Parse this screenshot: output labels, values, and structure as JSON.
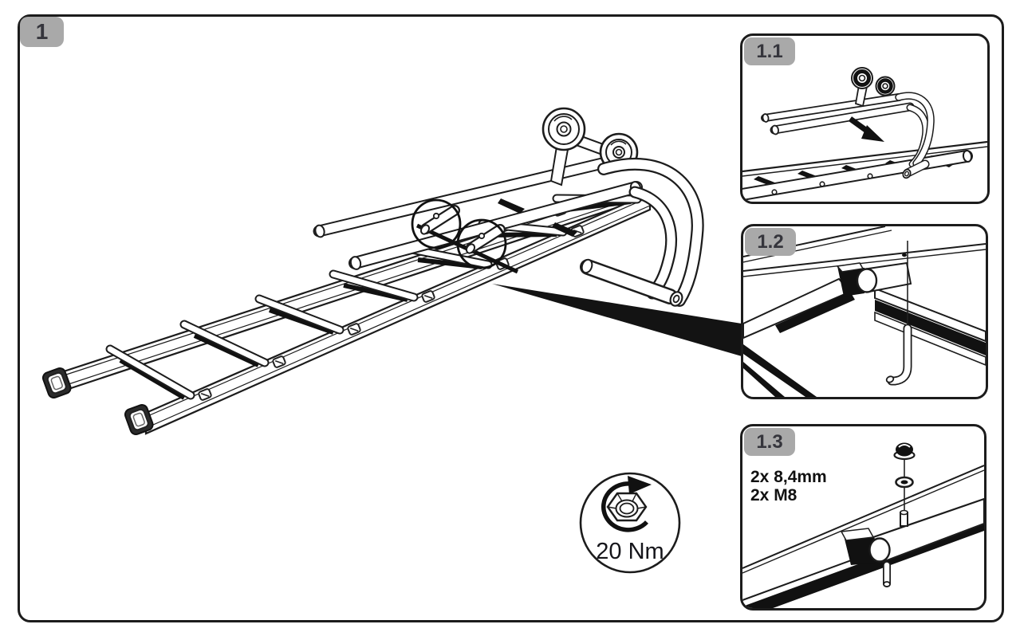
{
  "page": {
    "background": "#ffffff",
    "line_color": "#1c1c1c",
    "badge_background": "#a9a9a9",
    "badge_text_color": "#35353c"
  },
  "main_step": {
    "label": "1"
  },
  "sub_steps": [
    {
      "label": "1.1"
    },
    {
      "label": "1.2"
    },
    {
      "label": "1.3"
    }
  ],
  "parts_list": [
    "2x 8,4mm",
    "2x M8"
  ],
  "torque_badge": {
    "label": "20 Nm"
  }
}
